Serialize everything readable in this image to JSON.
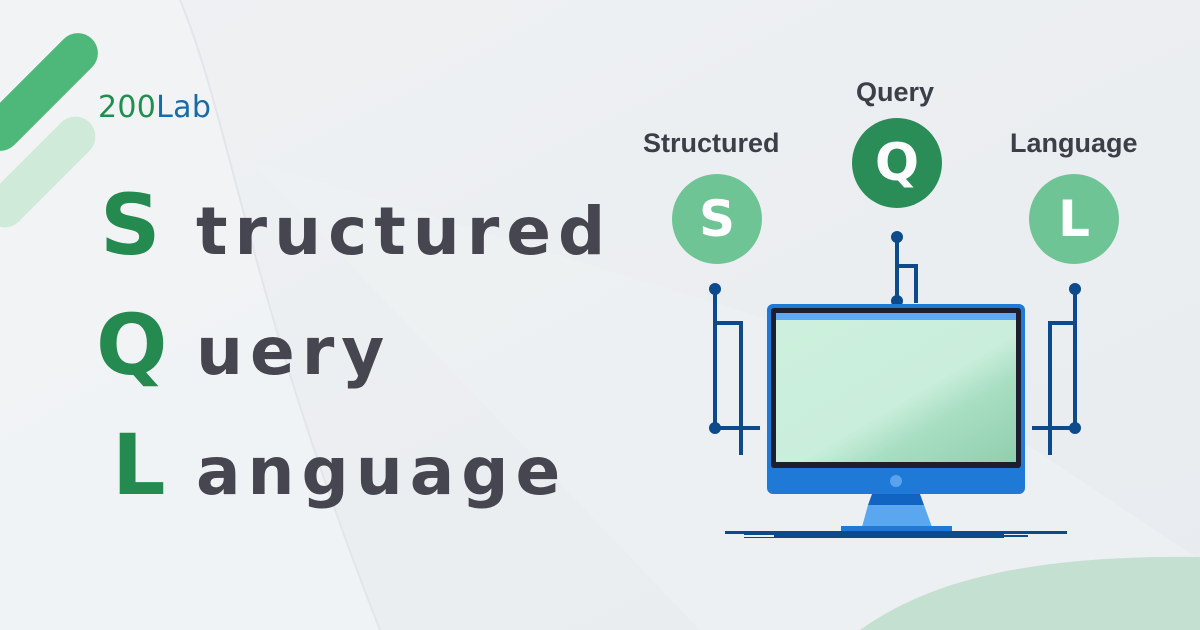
{
  "logo": {
    "part1": "200",
    "part2": "Lab"
  },
  "acronym": [
    {
      "letter": "S",
      "rest": "tructured"
    },
    {
      "letter": "Q",
      "rest": "uery"
    },
    {
      "letter": "L",
      "rest": "anguage"
    }
  ],
  "illustration": {
    "badges": [
      {
        "label": "Structured",
        "letter": "S",
        "color": "#6fc496"
      },
      {
        "label": "Query",
        "letter": "Q",
        "color": "#2a8c56"
      },
      {
        "label": "Language",
        "letter": "L",
        "color": "#6fc496"
      }
    ],
    "icon": "computer-monitor-icon"
  },
  "colors": {
    "primary_green": "#248a4f",
    "light_green": "#6fc496",
    "brand_blue": "#1a6aa8",
    "circuit_blue": "#0d4a8c",
    "monitor_blue": "#1e7ad6",
    "text_dark": "#454650"
  }
}
